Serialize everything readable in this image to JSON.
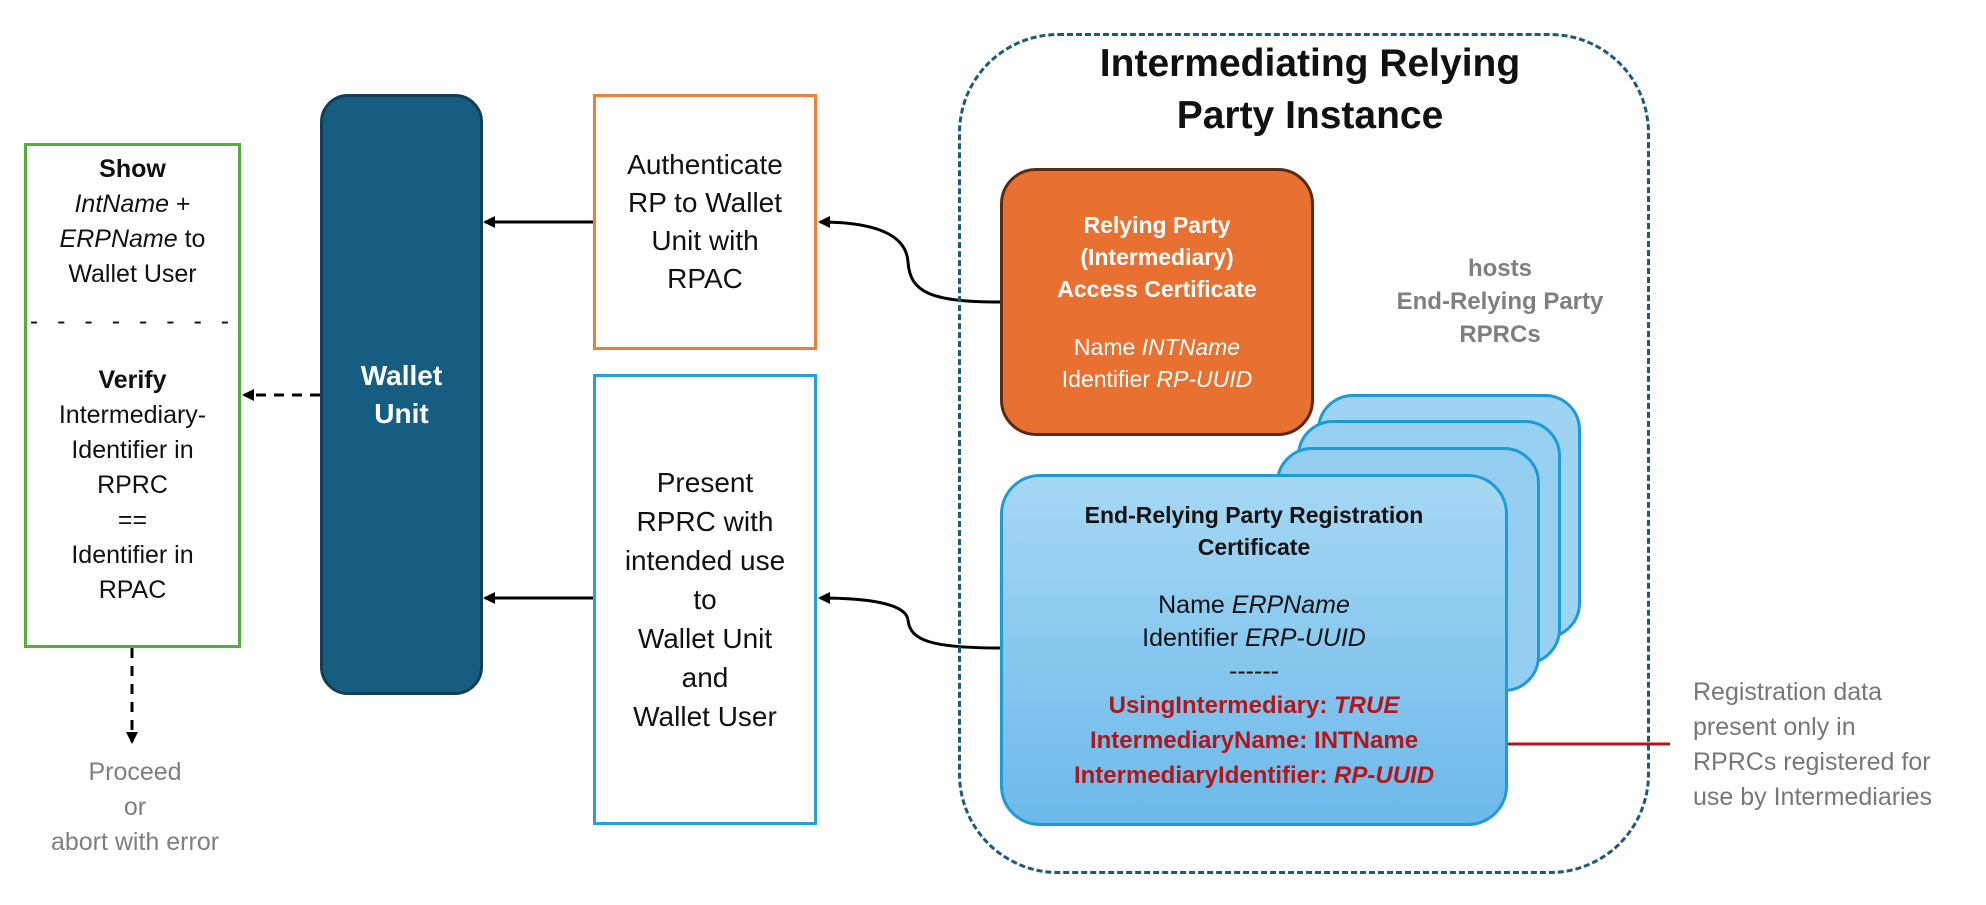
{
  "instance": {
    "title_line1": "Intermediating Relying",
    "title_line2": "Party Instance"
  },
  "rpac": {
    "title_line1": "Relying Party",
    "title_line2": "(Intermediary)",
    "title_line3": "Access Certificate",
    "name_label": "Name ",
    "name_value": "INTName",
    "id_label": "Identifier ",
    "id_value": "RP-UUID"
  },
  "hosts": {
    "line1": "hosts",
    "line2": "End-Relying Party",
    "line3": "RPRCs"
  },
  "rprc": {
    "title_line1": "End-Relying Party Registration",
    "title_line2": "Certificate",
    "name_label": "Name ",
    "name_value": "ERPName",
    "id_label": "Identifier ",
    "id_value": "ERP-UUID",
    "separator": "------",
    "using_label": "UsingIntermediary: ",
    "using_value": "TRUE",
    "intname_label": "IntermediaryName: INTName",
    "intid_label": "IntermediaryIdentifier: ",
    "intid_value": "RP-UUID"
  },
  "note": {
    "line1": "Registration data",
    "line2": "present only in",
    "line3": "RPRCs registered for",
    "line4": "use by Intermediaries"
  },
  "auth_box": {
    "line1": "Authenticate",
    "line2": "RP to Wallet",
    "line3": "Unit with",
    "line4": "RPAC"
  },
  "present_box": {
    "line1": "Present",
    "line2": "RPRC with",
    "line3": "intended use",
    "line4": "to",
    "line5": "Wallet Unit",
    "line6": "and",
    "line7": "Wallet User"
  },
  "wallet_unit": {
    "line1": "Wallet",
    "line2": "Unit"
  },
  "check_box": {
    "show": "Show",
    "intname": "IntName",
    "plus": " +",
    "erpname": "ERPName",
    "to": " to",
    "wallet_user": "Wallet User",
    "dashes": "- - - - - - - -",
    "verify": "Verify",
    "v1": "Intermediary-",
    "v2": "Identifier in",
    "v3": "RPRC",
    "v4": "==",
    "v5": "Identifier in",
    "v6": "RPAC"
  },
  "outcome": {
    "line1": "Proceed",
    "line2": "or",
    "line3": "abort with error"
  },
  "colors": {
    "wallet_unit": "#155e82",
    "rpac_fill": "#e87131",
    "rprc_fill": "#8ecbf0",
    "check_border": "#57ad3a",
    "auth_border": "#ef7d3c",
    "present_border": "#2aa0d8",
    "intermediary_red": "#b0161b"
  }
}
